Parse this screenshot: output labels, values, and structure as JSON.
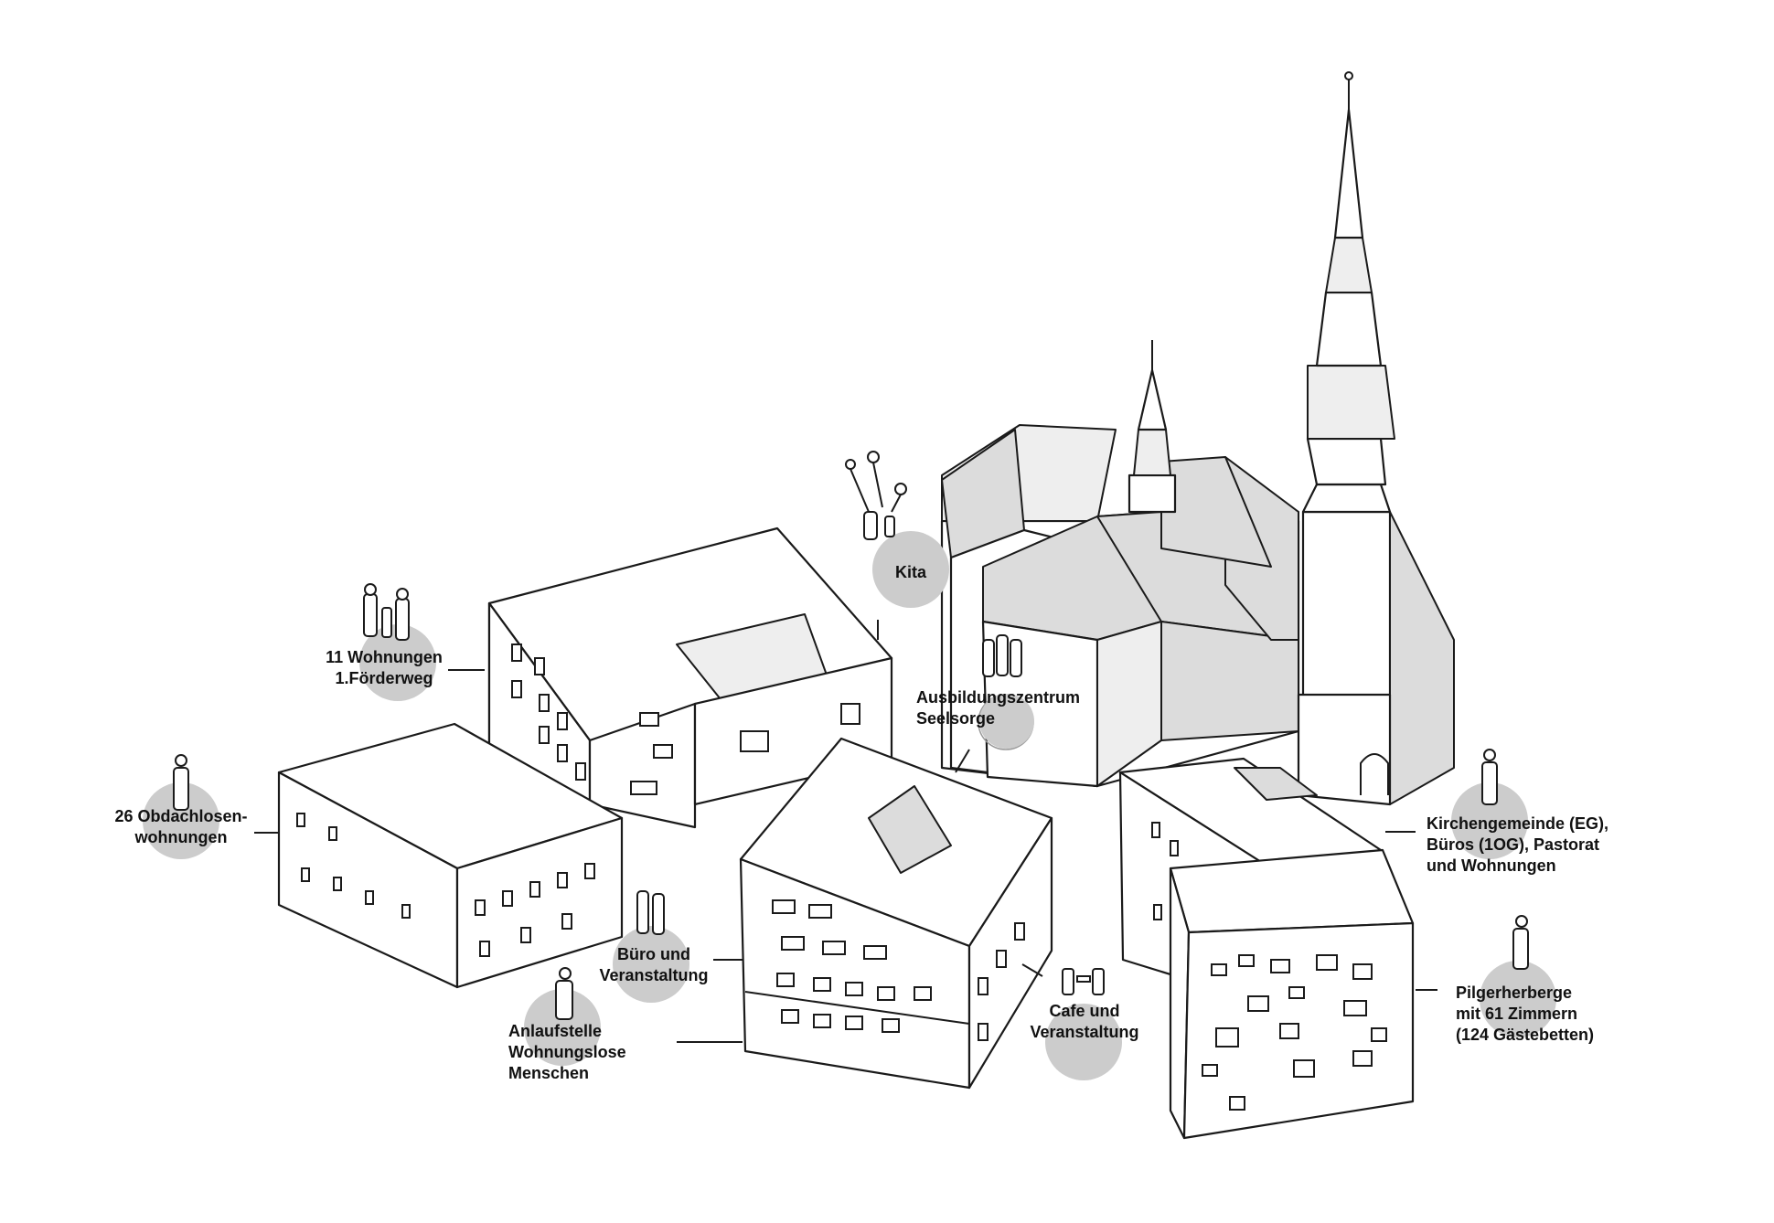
{
  "labels": {
    "kita": "Kita",
    "wohnungen": "11 Wohnungen\n1.Förderweg",
    "ausbildung": "Ausbildungszentrum\nSeelsorge",
    "obdachlosen": "26 Obdachlosen-\nwohnungen",
    "kirchengemeinde": "Kirchengemeinde (EG),\nBüros (1OG), Pastorat\nund Wohnungen",
    "buero": "Büro und\nVeranstaltung",
    "anlaufstelle": "Anlaufstelle\nWohnungslose\nMenschen",
    "cafe": "Cafe und\nVeranstaltung",
    "pilger": "Pilgerherberge\nmit 61 Zimmern\n(124 Gästebetten)"
  },
  "colors": {
    "disc": "#cccccc",
    "line": "#1a1a1a",
    "roof_shade": "#dcdcdc"
  }
}
